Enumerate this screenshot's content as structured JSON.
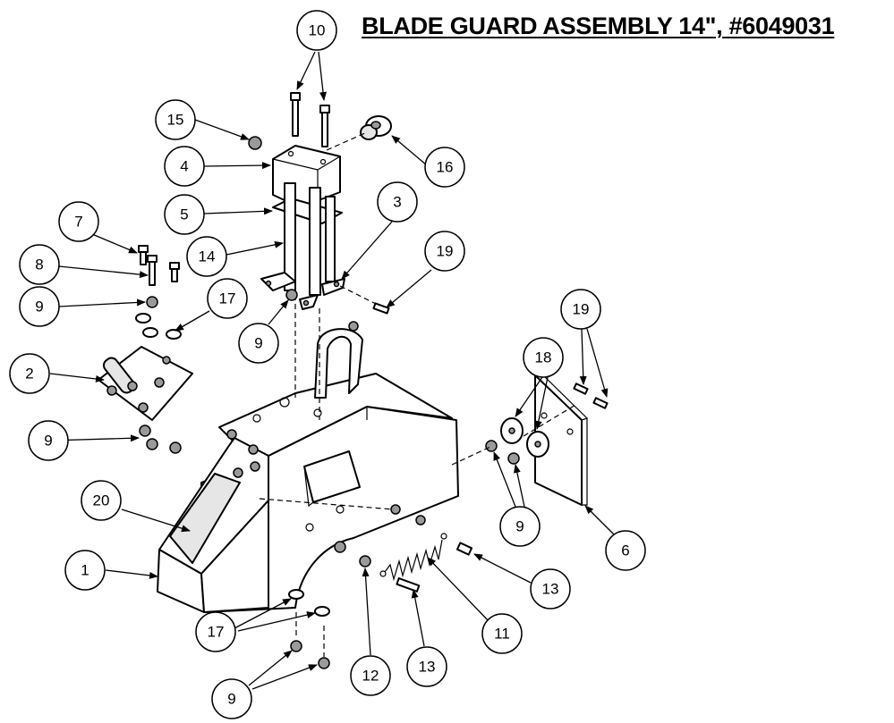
{
  "title": "BLADE GUARD ASSEMBLY 14\", #6049031",
  "callouts": [
    {
      "id": "c10",
      "label": "10"
    },
    {
      "id": "c15",
      "label": "15"
    },
    {
      "id": "c4",
      "label": "4"
    },
    {
      "id": "c16",
      "label": "16"
    },
    {
      "id": "c5",
      "label": "5"
    },
    {
      "id": "c3",
      "label": "3"
    },
    {
      "id": "c7",
      "label": "7"
    },
    {
      "id": "c14",
      "label": "14"
    },
    {
      "id": "c19a",
      "label": "19"
    },
    {
      "id": "c8",
      "label": "8"
    },
    {
      "id": "c17a",
      "label": "17"
    },
    {
      "id": "c9a",
      "label": "9"
    },
    {
      "id": "c9b",
      "label": "9"
    },
    {
      "id": "c19b",
      "label": "19"
    },
    {
      "id": "c2",
      "label": "2"
    },
    {
      "id": "c18",
      "label": "18"
    },
    {
      "id": "c9c",
      "label": "9"
    },
    {
      "id": "c20",
      "label": "20"
    },
    {
      "id": "c9d",
      "label": "9"
    },
    {
      "id": "c6",
      "label": "6"
    },
    {
      "id": "c1",
      "label": "1"
    },
    {
      "id": "c13a",
      "label": "13"
    },
    {
      "id": "c17b",
      "label": "17"
    },
    {
      "id": "c11",
      "label": "11"
    },
    {
      "id": "c12",
      "label": "12"
    },
    {
      "id": "c13b",
      "label": "13"
    },
    {
      "id": "c9e",
      "label": "9"
    }
  ]
}
